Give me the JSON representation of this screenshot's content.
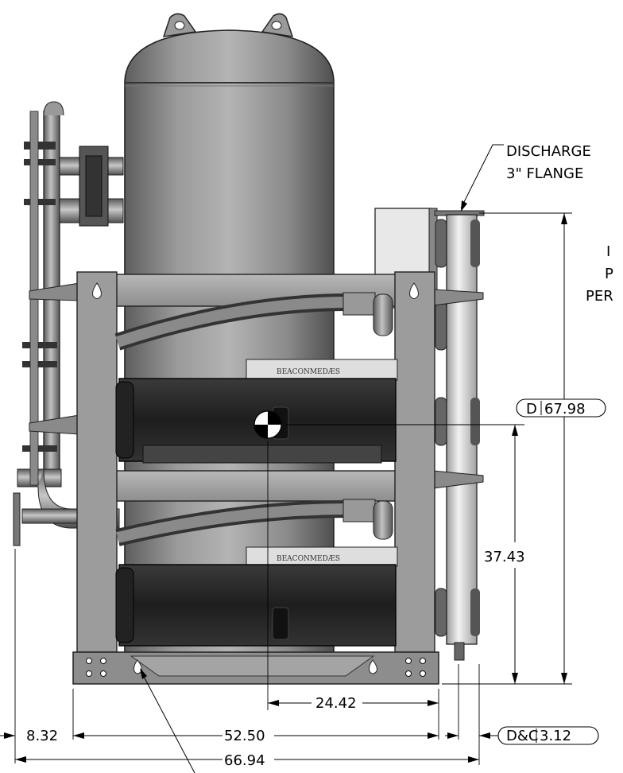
{
  "callouts": {
    "discharge": "DISCHARGE",
    "flange": "3\" FLANGE",
    "cut_1": "I",
    "cut_2": "P",
    "cut_3": "PER"
  },
  "dimensions": {
    "height_overall": {
      "tag": "D",
      "value": "67.98"
    },
    "height_center": "37.43",
    "center_offset": "24.42",
    "left_offset": "8.32",
    "frame_width": "52.50",
    "overall_width": "66.94",
    "right_offset": {
      "tag": "D&C",
      "value": "3.12"
    }
  },
  "nameplates": {
    "upper": "BEACONMEDÆS",
    "lower": "BEACONMEDÆS"
  }
}
